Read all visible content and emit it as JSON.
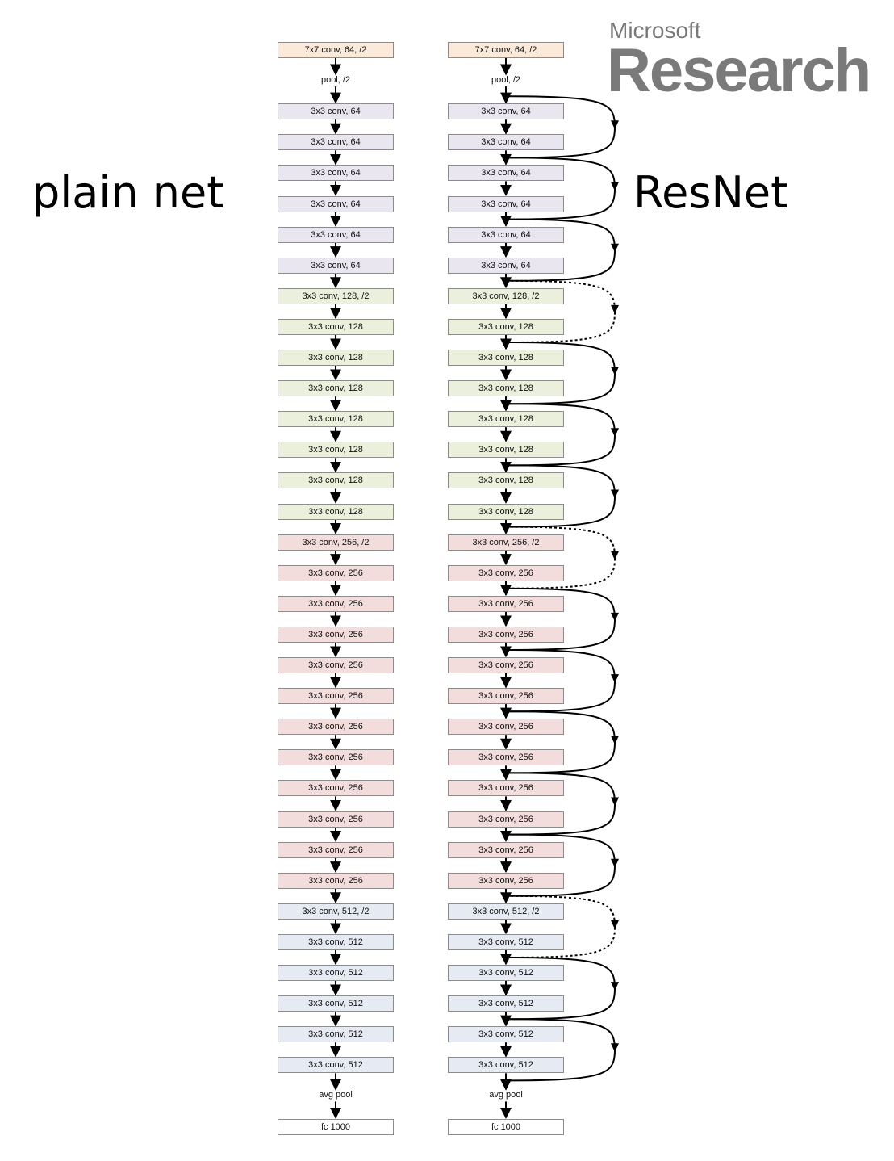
{
  "title_left": "plain net",
  "title_right": "ResNet",
  "logo": {
    "small": "Microsoft",
    "big": "Research"
  },
  "colors": {
    "conv7": "#fbe9d9",
    "conv64": "#eae6f0",
    "conv128": "#ebf0dc",
    "conv256": "#f3dcdc",
    "conv512": "#e6eaf2",
    "fc": "#ffffff"
  },
  "layers": [
    {
      "label": "7x7 conv, 64, /2",
      "kind": "box",
      "group": "conv7"
    },
    {
      "label": "pool, /2",
      "kind": "text"
    },
    {
      "label": "3x3 conv, 64",
      "kind": "box",
      "group": "conv64"
    },
    {
      "label": "3x3 conv, 64",
      "kind": "box",
      "group": "conv64"
    },
    {
      "label": "3x3 conv, 64",
      "kind": "box",
      "group": "conv64"
    },
    {
      "label": "3x3 conv, 64",
      "kind": "box",
      "group": "conv64"
    },
    {
      "label": "3x3 conv, 64",
      "kind": "box",
      "group": "conv64"
    },
    {
      "label": "3x3 conv, 64",
      "kind": "box",
      "group": "conv64"
    },
    {
      "label": "3x3 conv, 128, /2",
      "kind": "box",
      "group": "conv128"
    },
    {
      "label": "3x3 conv, 128",
      "kind": "box",
      "group": "conv128"
    },
    {
      "label": "3x3 conv, 128",
      "kind": "box",
      "group": "conv128"
    },
    {
      "label": "3x3 conv, 128",
      "kind": "box",
      "group": "conv128"
    },
    {
      "label": "3x3 conv, 128",
      "kind": "box",
      "group": "conv128"
    },
    {
      "label": "3x3 conv, 128",
      "kind": "box",
      "group": "conv128"
    },
    {
      "label": "3x3 conv, 128",
      "kind": "box",
      "group": "conv128"
    },
    {
      "label": "3x3 conv, 128",
      "kind": "box",
      "group": "conv128"
    },
    {
      "label": "3x3 conv, 256, /2",
      "kind": "box",
      "group": "conv256"
    },
    {
      "label": "3x3 conv, 256",
      "kind": "box",
      "group": "conv256"
    },
    {
      "label": "3x3 conv, 256",
      "kind": "box",
      "group": "conv256"
    },
    {
      "label": "3x3 conv, 256",
      "kind": "box",
      "group": "conv256"
    },
    {
      "label": "3x3 conv, 256",
      "kind": "box",
      "group": "conv256"
    },
    {
      "label": "3x3 conv, 256",
      "kind": "box",
      "group": "conv256"
    },
    {
      "label": "3x3 conv, 256",
      "kind": "box",
      "group": "conv256"
    },
    {
      "label": "3x3 conv, 256",
      "kind": "box",
      "group": "conv256"
    },
    {
      "label": "3x3 conv, 256",
      "kind": "box",
      "group": "conv256"
    },
    {
      "label": "3x3 conv, 256",
      "kind": "box",
      "group": "conv256"
    },
    {
      "label": "3x3 conv, 256",
      "kind": "box",
      "group": "conv256"
    },
    {
      "label": "3x3 conv, 256",
      "kind": "box",
      "group": "conv256"
    },
    {
      "label": "3x3 conv, 512, /2",
      "kind": "box",
      "group": "conv512"
    },
    {
      "label": "3x3 conv, 512",
      "kind": "box",
      "group": "conv512"
    },
    {
      "label": "3x3 conv, 512",
      "kind": "box",
      "group": "conv512"
    },
    {
      "label": "3x3 conv, 512",
      "kind": "box",
      "group": "conv512"
    },
    {
      "label": "3x3 conv, 512",
      "kind": "box",
      "group": "conv512"
    },
    {
      "label": "3x3 conv, 512",
      "kind": "box",
      "group": "conv512"
    },
    {
      "label": "avg pool",
      "kind": "text"
    },
    {
      "label": "fc 1000",
      "kind": "box",
      "group": "fc"
    }
  ],
  "shortcuts": [
    {
      "from": 2,
      "to": 4,
      "type": "identity"
    },
    {
      "from": 4,
      "to": 6,
      "type": "identity"
    },
    {
      "from": 6,
      "to": 8,
      "type": "identity"
    },
    {
      "from": 8,
      "to": 10,
      "type": "projection"
    },
    {
      "from": 10,
      "to": 12,
      "type": "identity"
    },
    {
      "from": 12,
      "to": 14,
      "type": "identity"
    },
    {
      "from": 14,
      "to": 16,
      "type": "identity"
    },
    {
      "from": 16,
      "to": 18,
      "type": "projection"
    },
    {
      "from": 18,
      "to": 20,
      "type": "identity"
    },
    {
      "from": 20,
      "to": 22,
      "type": "identity"
    },
    {
      "from": 22,
      "to": 24,
      "type": "identity"
    },
    {
      "from": 24,
      "to": 26,
      "type": "identity"
    },
    {
      "from": 26,
      "to": 28,
      "type": "identity"
    },
    {
      "from": 28,
      "to": 30,
      "type": "projection"
    },
    {
      "from": 30,
      "to": 32,
      "type": "identity"
    },
    {
      "from": 32,
      "to": 34,
      "type": "identity"
    }
  ]
}
